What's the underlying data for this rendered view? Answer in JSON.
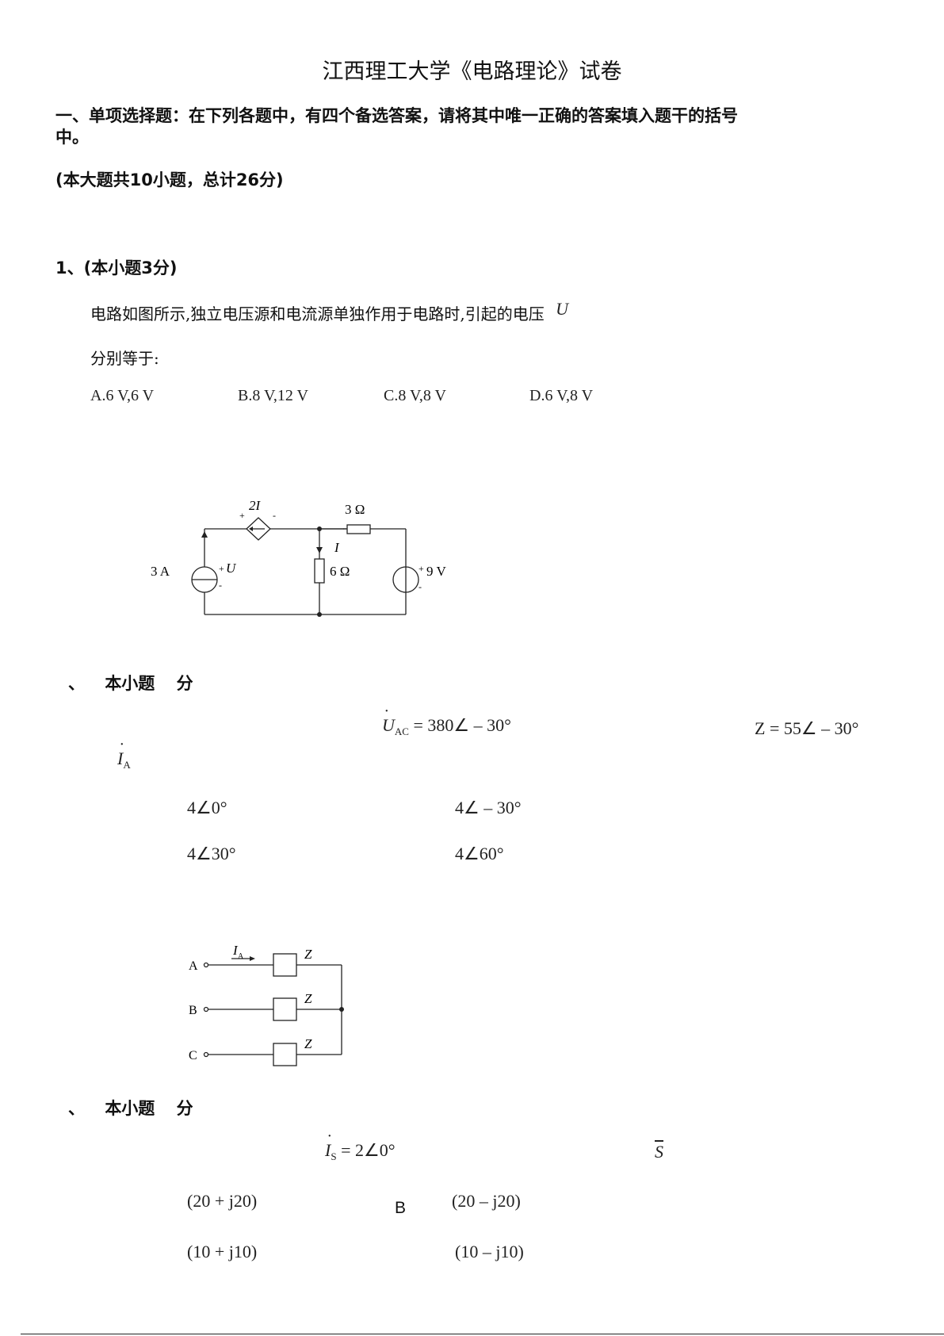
{
  "title": "江西理工大学《电路理论》试卷",
  "section1": {
    "heading_line1": "一、单项选择题：在下列各题中，有四个备选答案，请将其中唯一正确的答案填入题干的括号",
    "heading_line2": "中。",
    "summary": "(本大题共10小题，总计26分)"
  },
  "q1": {
    "label": "1、(本小题3分)",
    "stem_line1": "电路如图所示,独立电压源和电流源单独作用于电路时,引起的电压",
    "stem_symbol": "U",
    "stem_line2": "分别等于:",
    "options": [
      "A.6 V,6 V",
      "B.8 V,12 V",
      "C.8 V,8 V",
      "D.6 V,8 V"
    ],
    "figure": {
      "dep_source": "2I",
      "r3": "3 Ω",
      "branch_current": "I",
      "r6": "6 Ω",
      "current_source": "3 A",
      "voltage_label": "U",
      "voltage_source": "9 V",
      "plus": "+",
      "minus": "-"
    }
  },
  "q2": {
    "label_sep": "、",
    "label_text": "本小题",
    "label_unit": "分",
    "given_u": "U",
    "given_u_sub": "AC",
    "given_u_val": " = 380∠ – 30°",
    "given_z": "Z = 55∠ – 30°",
    "ask_i": "I",
    "ask_i_sub": "A",
    "options": [
      "4∠0°",
      "4∠ – 30°",
      "4∠30°",
      "4∠60°"
    ],
    "figure": {
      "nodes": [
        "A",
        "B",
        "C"
      ],
      "current": "I",
      "current_sub": "A",
      "impedance": "Z"
    }
  },
  "q3": {
    "label_sep": "、",
    "label_text": "本小题",
    "label_unit": "分",
    "given_i": "I",
    "given_i_sub": "S",
    "given_i_val": " = 2∠0°",
    "ask_s": "S",
    "options": [
      "(20 + j20)",
      "(20 – j20)",
      "(10 + j10)",
      "(10 – j10)"
    ],
    "stray_letter": "B"
  }
}
